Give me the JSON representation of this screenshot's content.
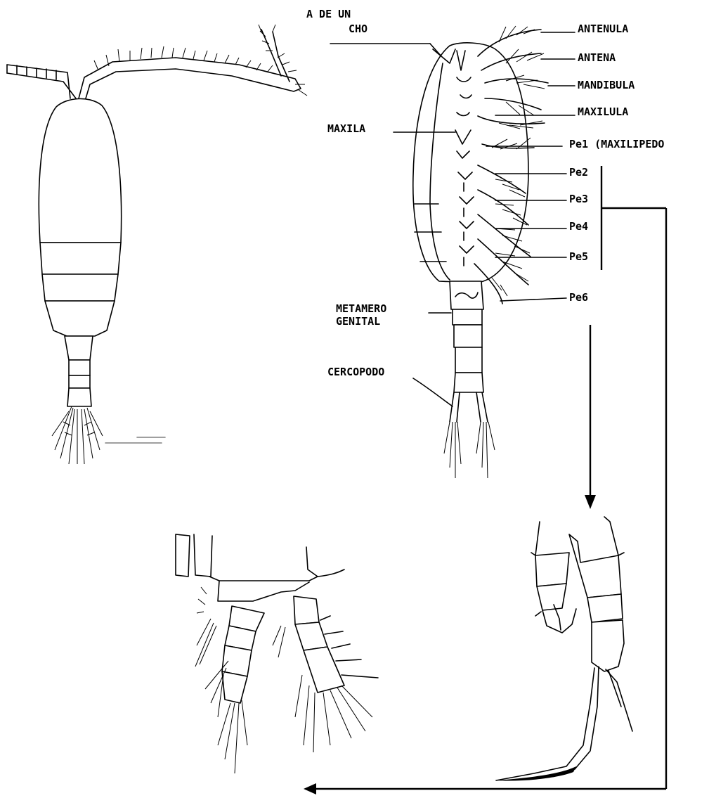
{
  "labels": {
    "top_left": "A DE UN",
    "top_left_2": "CHO",
    "antenula": "ANTENULA",
    "antena": "ANTENA",
    "mandibula": "MANDIBULA",
    "maxilula": "MAXILULA",
    "maxila": "MAXILA",
    "pe1": "Pe1 (MAXILIPEDO",
    "pe2": "Pe2",
    "pe3": "Pe3",
    "pe4": "Pe4",
    "pe5": "Pe5",
    "pe6": "Pe6",
    "metamero_1": "METAMERO",
    "metamero_2": "GENITAL",
    "cercopodo": "CERCOPODO"
  }
}
